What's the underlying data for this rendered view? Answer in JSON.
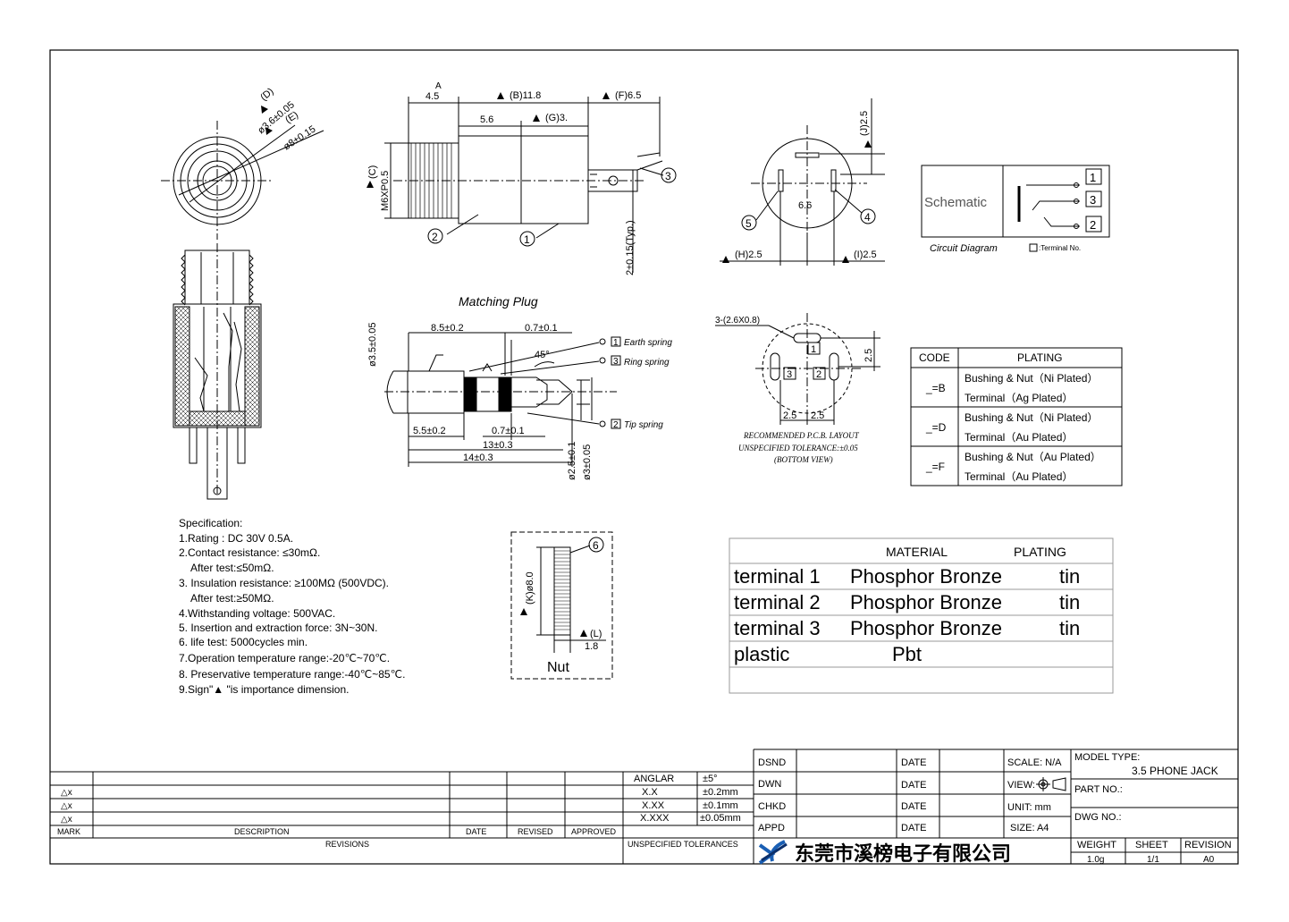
{
  "front_view": {
    "dim_d": "(D)",
    "dim_d_value": "ø3.6±0.05",
    "dim_e": "(E)",
    "dim_e_value": "ø8±0.15"
  },
  "side_view": {
    "dim_a_letter": "A",
    "dim_a": "4.5",
    "dim_b": "(B)11.8",
    "dim_f": "(F)6.5",
    "dim_56": "5.6",
    "dim_g": "(G)3.",
    "dim_c": "(C)",
    "thread": "M6XP0.5",
    "dim_typ": "2±0.15(Typ.)",
    "callout_1": "1",
    "callout_2": "2",
    "callout_3": "3"
  },
  "top_view": {
    "dim_j": "(J)2.5",
    "dim_66": "6.6",
    "dim_h": "(H)2.5",
    "dim_i": "(I)2.5",
    "callout_4": "4",
    "callout_5": "5"
  },
  "schematic": {
    "label": "Schematic",
    "terminals": [
      "1",
      "3",
      "2"
    ],
    "caption": "Circuit Diagram",
    "caption_note": ":Terminal No."
  },
  "plug": {
    "title": "Matching Plug",
    "dim_85": "8.5±0.2",
    "dim_07a": "0.7±0.1",
    "dim_35": "ø3.5±0.05",
    "angle": "45°",
    "earth": "Earth spring",
    "ring": "Ring spring",
    "tip": "Tip spring",
    "earth_num": "1",
    "ring_num": "3",
    "tip_num": "2",
    "dim_55": "5.5±0.2",
    "dim_07b": "0.7±0.1",
    "dim_13": "13±0.3",
    "dim_14": "14±0.3",
    "dim_25": "ø2.5±0.1",
    "dim_3": "ø3±0.05"
  },
  "pcb": {
    "slot": "3-(2.6X0.8)",
    "dim_25v": "2.5",
    "dim_25a": "2.5",
    "dim_25b": "2.5",
    "pads": [
      "1",
      "3",
      "2"
    ],
    "line1": "RECOMMENDED P.C.B. LAYOUT",
    "line2": "UNSPECIFIED TOLERANCE:±0.05",
    "line3": "(BOTTOM VIEW)"
  },
  "code_table": {
    "headers": [
      "CODE",
      "PLATING"
    ],
    "rows": [
      {
        "code": "_=B",
        "line1": "Bushing & Nut（Ni Plated）",
        "line2": "Terminal（Ag Plated）"
      },
      {
        "code": "_=D",
        "line1": "Bushing & Nut（Ni Plated）",
        "line2": "Terminal（Au Plated）"
      },
      {
        "code": "_=F",
        "line1": "Bushing & Nut（Au Plated）",
        "line2": "Terminal（Au Plated）"
      }
    ]
  },
  "spec": {
    "title": "Specification:",
    "lines": [
      "1.Rating : DC 30V 0.5A.",
      "2.Contact resistance: ≤30mΩ.",
      "After test:≤50mΩ.",
      "3. Insulation resistance: ≥100MΩ (500VDC).",
      "After test:≥50MΩ.",
      "4.Withstanding voltage: 500VAC.",
      "5. Insertion and extraction force: 3N~30N.",
      "6. life test: 5000cycles min.",
      "7.Operation temperature range:-20℃~70℃.",
      "8. Preservative temperature range:-40℃~85℃.",
      "9.Sign\"▲ \"is importance dimension."
    ]
  },
  "nut": {
    "label": "Nut",
    "dim_k": "(K)ø8.0",
    "dim_l": "(L)",
    "dim_18": "1.8",
    "callout": "6"
  },
  "material_table": {
    "headers": [
      "MATERIAL",
      "PLATING"
    ],
    "rows": [
      {
        "part": "terminal 1",
        "material": "Phosphor Bronze",
        "plating": "tin"
      },
      {
        "part": "terminal 2",
        "material": "Phosphor Bronze",
        "plating": "tin"
      },
      {
        "part": "terminal 3",
        "material": "Phosphor Bronze",
        "plating": "tin"
      },
      {
        "part": "plastic",
        "material": "Pbt",
        "plating": ""
      }
    ]
  },
  "revisions": {
    "rows": [
      "△x",
      "△x",
      "△x"
    ],
    "headers": [
      "MARK",
      "DESCRIPTION",
      "DATE",
      "REVISED",
      "APPROVED"
    ],
    "footer": "REVISIONS"
  },
  "tolerances": {
    "rows": [
      {
        "label": "ANGLAR",
        "value": "±5°"
      },
      {
        "label": "X.X",
        "value": "±0.2mm"
      },
      {
        "label": "X.XX",
        "value": "±0.1mm"
      },
      {
        "label": "X.XXX",
        "value": "±0.05mm"
      }
    ],
    "footer": "UNSPECIFIED TOLERANCES"
  },
  "signoff": {
    "rows": [
      {
        "role": "DSND",
        "date": "DATE",
        "info": "SCALE: N/A"
      },
      {
        "role": "DWN",
        "date": "DATE",
        "info": "VIEW:"
      },
      {
        "role": "CHKD",
        "date": "DATE",
        "info": "UNIT: mm"
      },
      {
        "role": "APPD",
        "date": "DATE",
        "info": "SIZE: A4"
      }
    ]
  },
  "title_block": {
    "model_label": "MODEL TYPE:",
    "model_value": "3.5 PHONE JACK",
    "part_label": "PART NO.:",
    "dwg_label": "DWG NO.:",
    "company": "东莞市溪榜电子有限公司",
    "weight_label": "WEIGHT",
    "weight": "1.0g",
    "sheet_label": "SHEET",
    "sheet": "1/1",
    "revision_label": "REVISION",
    "revision": "A0"
  },
  "colors": {
    "line": "#000000",
    "logo_blue": "#1a5fb4",
    "logo_dark": "#0b2f6b"
  }
}
